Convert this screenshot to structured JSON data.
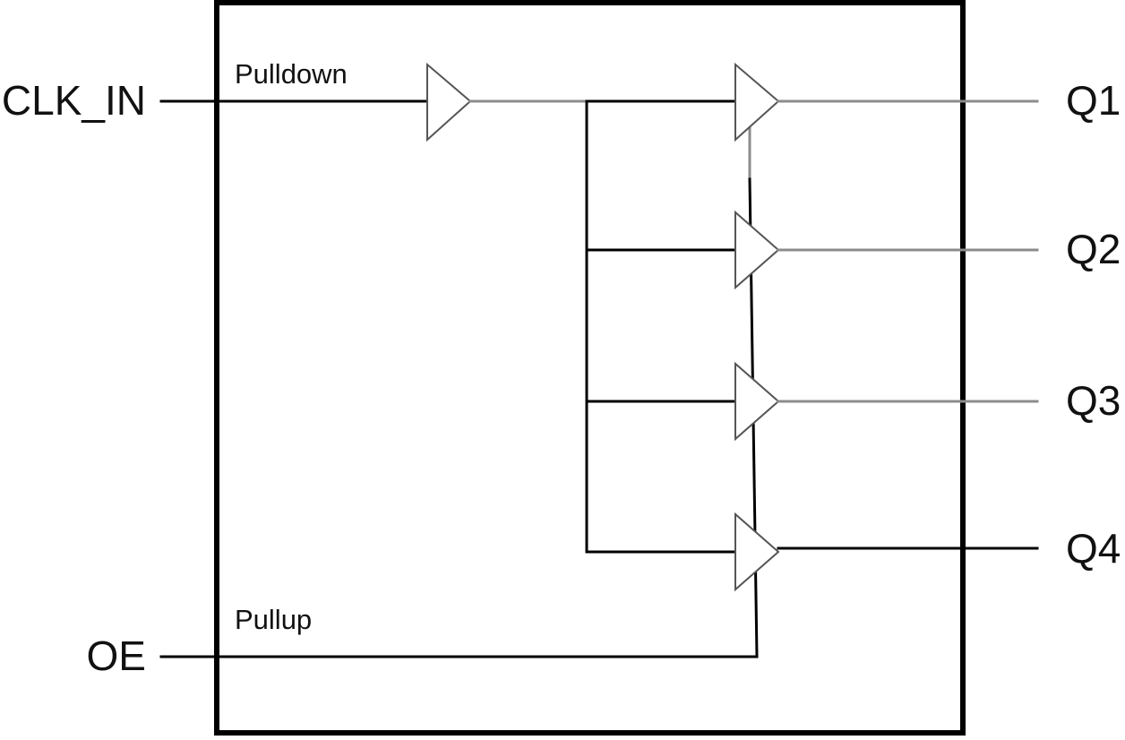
{
  "inputs": {
    "clk_in": "CLK_IN",
    "oe": "OE"
  },
  "internal": {
    "pulldown": "Pulldown",
    "pullup": "Pullup"
  },
  "outputs": [
    "Q1",
    "Q2",
    "Q3",
    "Q4"
  ]
}
